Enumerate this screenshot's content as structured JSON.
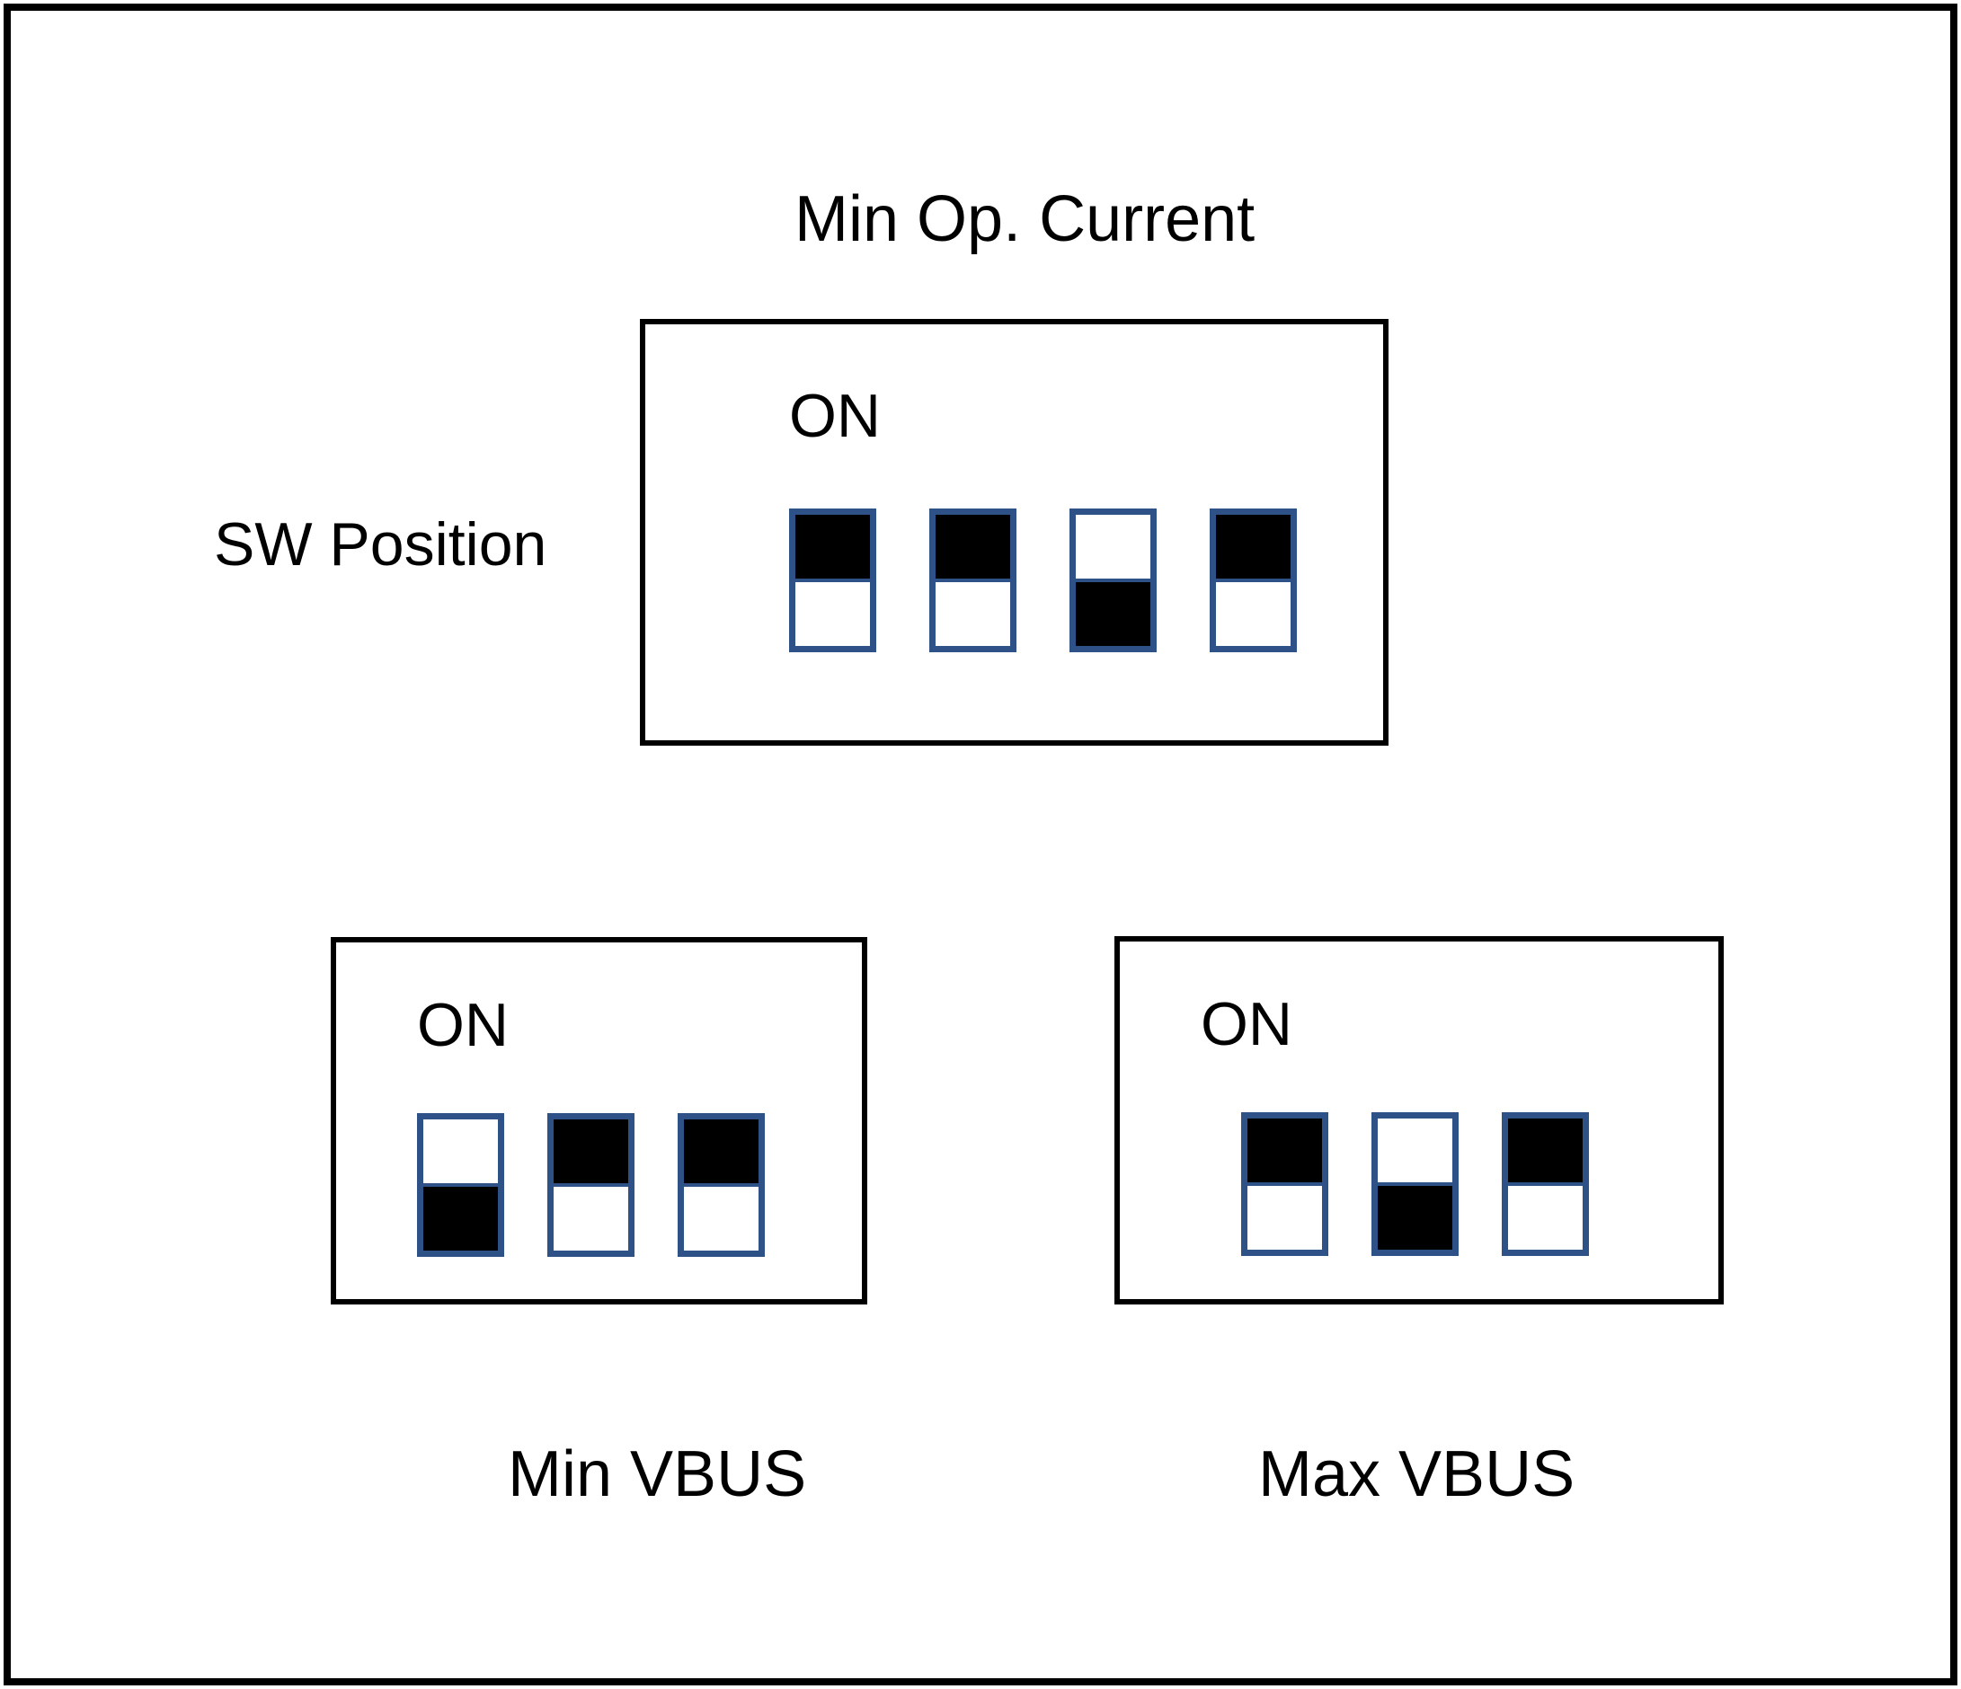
{
  "diagram": {
    "title": "Min Op. Current",
    "side_label": "SW Position",
    "on_label": "ON",
    "switch_blocks": [
      {
        "id": "min-op-current",
        "title": "Min Op. Current",
        "on_label": "ON",
        "caption": "",
        "switch_count": 4,
        "positions": [
          "up",
          "up",
          "down",
          "up"
        ],
        "position_meaning": {
          "up": "ON",
          "down": "OFF"
        }
      },
      {
        "id": "min-vbus",
        "title": "",
        "on_label": "ON",
        "caption": "Min VBUS",
        "switch_count": 3,
        "positions": [
          "down",
          "up",
          "up"
        ],
        "position_meaning": {
          "up": "ON",
          "down": "OFF"
        }
      },
      {
        "id": "max-vbus",
        "title": "",
        "on_label": "ON",
        "caption": "Max VBUS",
        "switch_count": 3,
        "positions": [
          "up",
          "down",
          "up"
        ],
        "position_meaning": {
          "up": "ON",
          "down": "OFF"
        }
      }
    ],
    "colors": {
      "switch_border": "#2E5288",
      "switch_filled": "#000000",
      "switch_empty": "#ffffff",
      "frame": "#000000",
      "background": "#ffffff"
    }
  }
}
